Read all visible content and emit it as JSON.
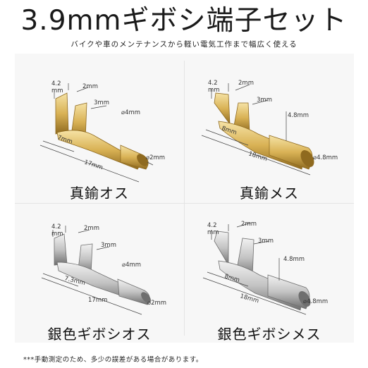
{
  "title": "3.9mmギボシ端子セット",
  "subtitle": "バイクや車のメンテナンスから軽い電気工作まで幅広く使える",
  "products": [
    {
      "name": "真鍮オス",
      "dims": {
        "a": "4.2",
        "b": "mm",
        "c": "2mm",
        "d": "3mm",
        "e": "⌀4mm",
        "f": "7mm",
        "g": "17mm",
        "h": "⌀2mm"
      },
      "colors": {
        "body": "#d9b255",
        "light": "#f6e3a6",
        "dark": "#8f6a1f"
      }
    },
    {
      "name": "真鍮メス",
      "dims": {
        "a": "4.2",
        "b": "mm",
        "c": "2mm",
        "d": "3mm",
        "e": "4.8mm",
        "f": "8mm",
        "g": "18mm",
        "h": "⌀4.8mm"
      },
      "colors": {
        "body": "#d9b255",
        "light": "#f6e3a6",
        "dark": "#8f6a1f"
      }
    },
    {
      "name": "銀色ギボシオス",
      "dims": {
        "a": "4.2",
        "b": "mm",
        "c": "2mm",
        "d": "3mm",
        "e": "⌀4mm",
        "f": "7.3mm",
        "g": "17mm",
        "h": "⌀2mm"
      },
      "colors": {
        "body": "#c3c3c3",
        "light": "#f2f2f2",
        "dark": "#6f6f6f"
      }
    },
    {
      "name": "銀色ギボシメス",
      "dims": {
        "a": "4.2",
        "b": "mm",
        "c": "2mm",
        "d": "3mm",
        "e": "4.8mm",
        "f": "8mm",
        "g": "18mm",
        "h": "⌀4.8mm"
      },
      "colors": {
        "body": "#c3c3c3",
        "light": "#f2f2f2",
        "dark": "#6f6f6f"
      }
    }
  ],
  "footnote": "***手動測定のため、多少の誤差がある場合があります。"
}
